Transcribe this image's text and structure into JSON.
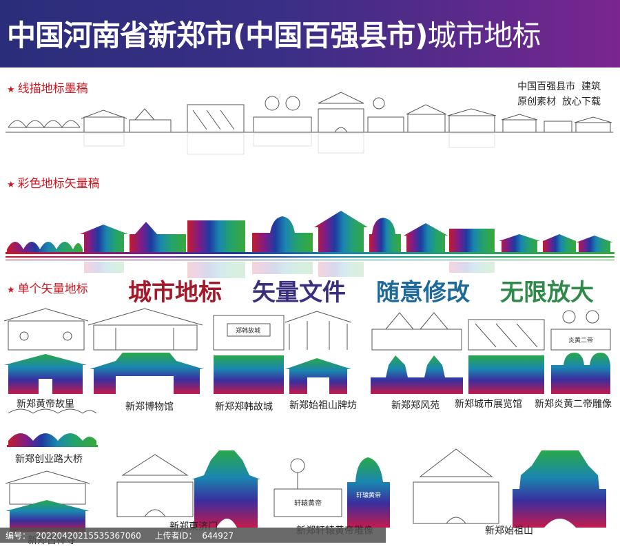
{
  "banner": {
    "title_bold": "中国河南省新郑市(中国百强县市)",
    "title_thin": "城市地标"
  },
  "sections": {
    "line_label": "线描地标墨稿",
    "color_label": "彩色地标矢量稿",
    "single_label": "单个矢量地标"
  },
  "promo": {
    "line1": "中国百强县市  建筑",
    "line2": "原创素材  放心下载"
  },
  "slogans": [
    {
      "text": "城市地标",
      "color": "#a5182a"
    },
    {
      "text": "矢量文件",
      "color": "#3a2e7e"
    },
    {
      "text": "随意修改",
      "color": "#1d6a9a"
    },
    {
      "text": "无限放大",
      "color": "#2f8a4a"
    }
  ],
  "landmarks": [
    "新郑黄帝故里",
    "新郑博物馆",
    "新郑郑韩故城",
    "新郑始祖山牌坊",
    "新郑郑风苑",
    "新郑城市展览馆",
    "新郑炎黄二帝雕像",
    "新郑创业路大桥",
    "新郑古禅寺",
    "新郑東济门",
    "新郑轩辕黄帝雕像",
    "新郑始祖山"
  ],
  "signs": {
    "hanzheng": "郑韩故城",
    "xuanyuan": "轩辕黄帝",
    "yanhuang": "炎黄二帝"
  },
  "footer": {
    "id_label": "编号：",
    "id_value": "20220420215535367060",
    "uploader_label": "上传者ID：",
    "uploader_value": "644927"
  },
  "colors": {
    "banner_start": "#2a2d7a",
    "banner_end": "#7a2590",
    "label_red": "#d2141e",
    "rainbow": [
      "#c41b2c",
      "#7a1d8c",
      "#1e3aa0",
      "#1a86b0",
      "#24a36a",
      "#3aa83a"
    ]
  }
}
